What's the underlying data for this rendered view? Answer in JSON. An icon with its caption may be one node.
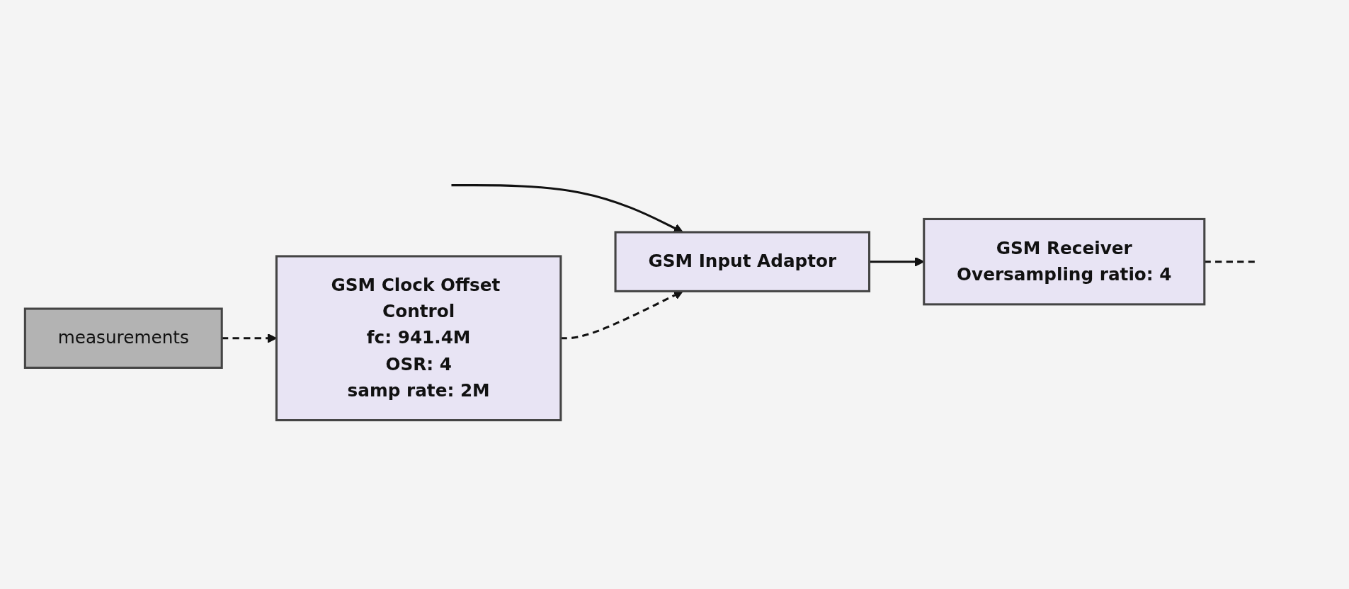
{
  "diagram": {
    "nodes": [
      {
        "text": [
          "GSM Input Adaptor"
        ]
      },
      {
        "text": [
          "GSM Receiver",
          "Oversampling ratio: 4"
        ]
      },
      {
        "text": [
          "measurements"
        ]
      },
      {
        "text": [
          "GSM Clock Offset Control",
          "fc: 941.4M",
          "OSR: 4",
          "samp rate: 2M"
        ]
      }
    ],
    "edges": [
      {
        "from": null,
        "to": 0,
        "arrow": "to"
      },
      {
        "from": 0,
        "to": 1,
        "arrow": "to"
      },
      {
        "from": 1,
        "to": null,
        "arrow": "none",
        "style": "dashed"
      },
      {
        "from": 2,
        "to": 3,
        "arrow": "to",
        "style": "dashed"
      },
      {
        "from": 3,
        "to": 0,
        "arrow": "to",
        "style": "dashed"
      }
    ]
  }
}
